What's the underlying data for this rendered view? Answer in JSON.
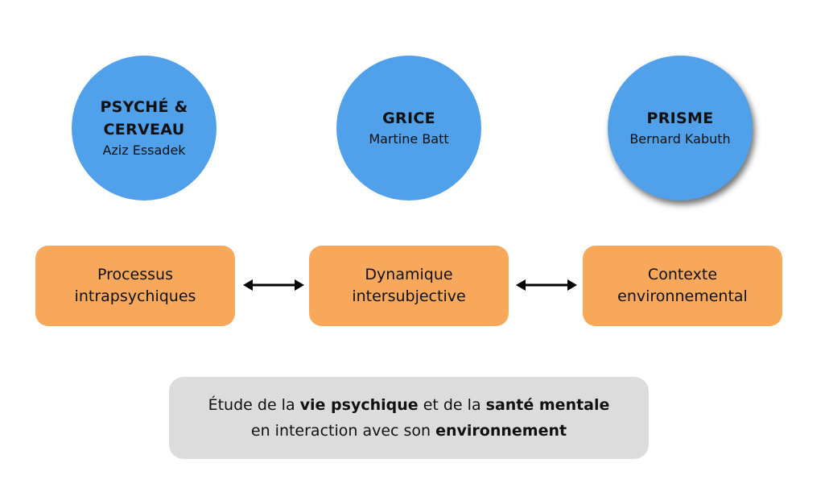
{
  "colors": {
    "circle": "#50A0EA",
    "box": "#F8A85A",
    "footer": "#DCDCDC",
    "text": "#111111"
  },
  "circles": [
    {
      "title": "PSYCHÉ &\nCERVEAU",
      "subtitle": "Aziz Essadek"
    },
    {
      "title": "GRICE",
      "subtitle": "Martine Batt"
    },
    {
      "title": "PRISME",
      "subtitle": "Bernard Kabuth"
    }
  ],
  "boxes": [
    {
      "label": "Processus\nintrapsychiques"
    },
    {
      "label": "Dynamique\nintersubjective"
    },
    {
      "label": "Contexte\nenvironnemental"
    }
  ],
  "arrows": [
    {
      "icon": "double-arrow-icon"
    },
    {
      "icon": "double-arrow-icon"
    }
  ],
  "footer": {
    "line1": [
      {
        "text": "Étude de la ",
        "bold": false
      },
      {
        "text": "vie psychique",
        "bold": true
      },
      {
        "text": " et de la ",
        "bold": false
      },
      {
        "text": "santé mentale",
        "bold": true
      }
    ],
    "line2": [
      {
        "text": "en interaction avec son ",
        "bold": false
      },
      {
        "text": "environnement",
        "bold": true
      }
    ]
  }
}
